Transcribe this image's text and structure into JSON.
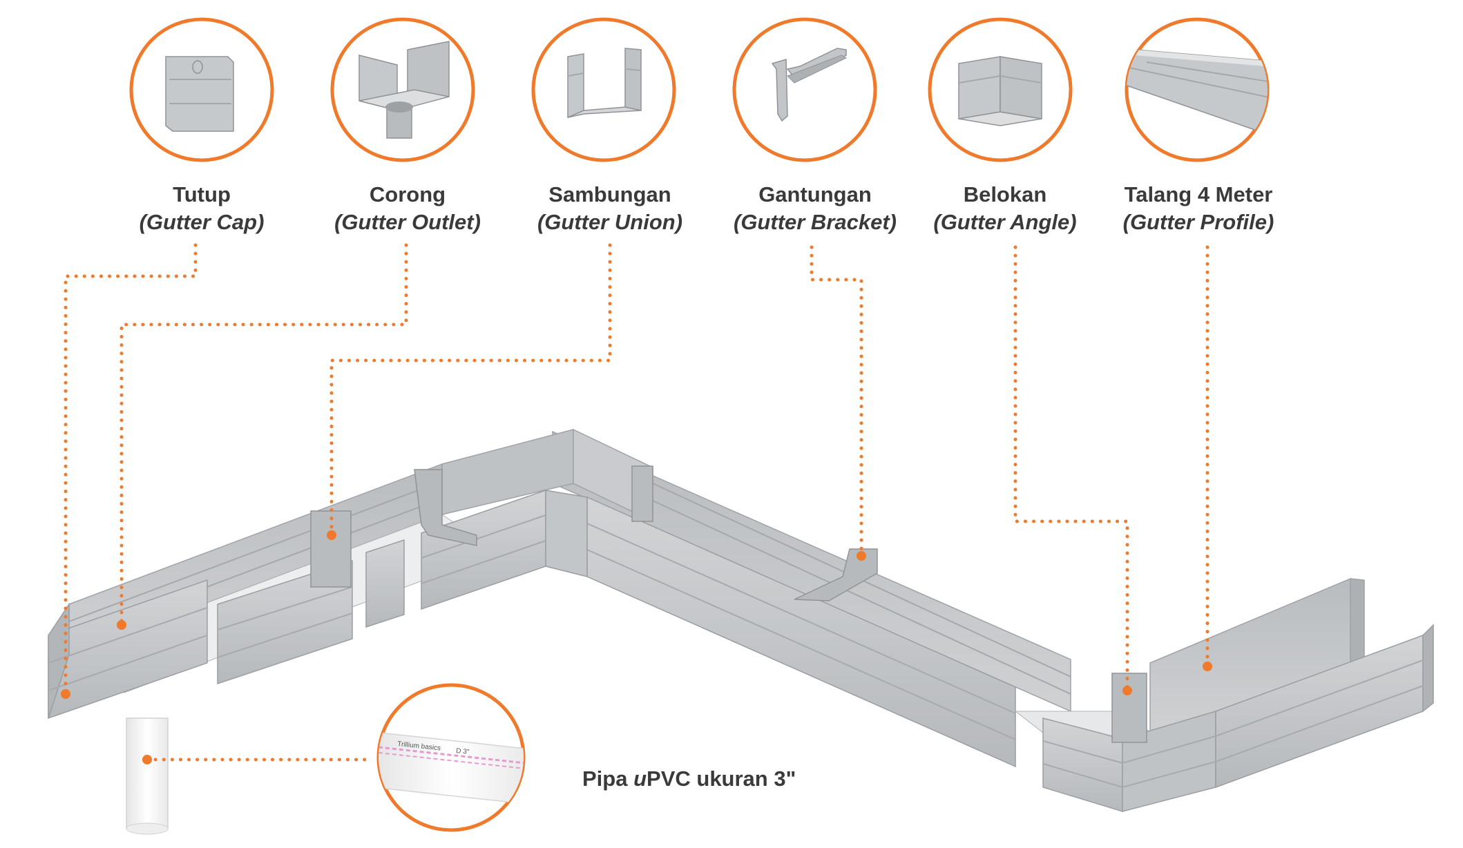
{
  "colors": {
    "accent": "#f07a2c",
    "gutter": "#c7c9cc",
    "gutter_dark": "#a9acb0",
    "gutter_light": "#dcdee0",
    "text": "#3a3a3a"
  },
  "parts": [
    {
      "name": "Tutup",
      "sub": "(Gutter Cap)",
      "icon": "gutter-cap-icon"
    },
    {
      "name": "Corong",
      "sub": "(Gutter Outlet)",
      "icon": "gutter-outlet-icon"
    },
    {
      "name": "Sambungan",
      "sub": "(Gutter Union)",
      "icon": "gutter-union-icon"
    },
    {
      "name": "Gantungan",
      "sub": "(Gutter Bracket)",
      "icon": "gutter-bracket-icon"
    },
    {
      "name": "Belokan",
      "sub": "(Gutter Angle)",
      "icon": "gutter-angle-icon"
    },
    {
      "name": "Talang 4 Meter",
      "sub": "(Gutter Profile)",
      "icon": "gutter-profile-icon"
    }
  ],
  "pipe": {
    "label_pre": "Pipa ",
    "label_em": "u",
    "label_post": "PVC ukuran 3\"",
    "brand": "Trillium basics",
    "size": "D 3\"",
    "icon": "pvc-pipe-icon"
  }
}
